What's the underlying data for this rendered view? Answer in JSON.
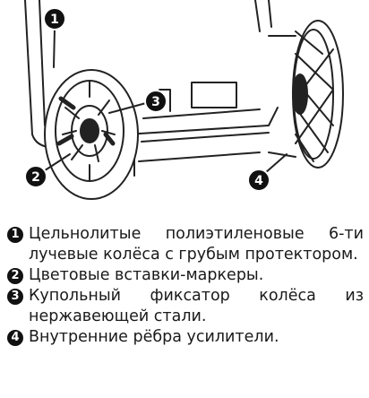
{
  "callouts": [
    "1",
    "2",
    "3",
    "4"
  ],
  "legend": [
    {
      "num": "1",
      "text": "Цельнолитые полиэтиленовые 6-ти лучевые колёса с грубым протектором."
    },
    {
      "num": "2",
      "text": "Цветовые вставки-маркеры."
    },
    {
      "num": "3",
      "text": "Купольный фиксатор колёса из нержавеющей стали."
    },
    {
      "num": "4",
      "text": "Внутренние рёбра усилители."
    }
  ],
  "colors": {
    "ink": "#1a1a1a",
    "outline": "#222222",
    "fill": "#ffffff"
  }
}
